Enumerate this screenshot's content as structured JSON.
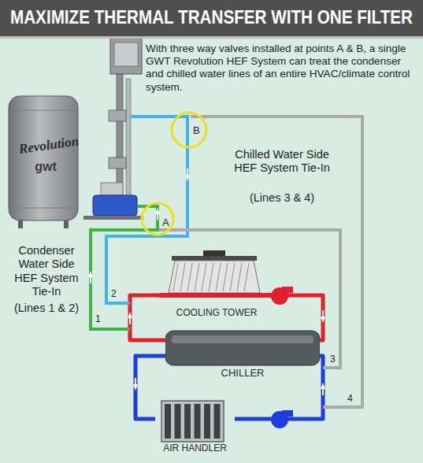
{
  "diagram": {
    "title": "MAXIMIZE THERMAL TRANSFER WITH ONE FILTER",
    "nodes": [
      {
        "text": [
          "Revolution",
          "gwt"
        ]
      },
      {
        "text": [
          "COOLING TOWER"
        ]
      },
      {
        "text": [
          "CHILLER"
        ]
      },
      {
        "text": [
          "AIR HANDLER"
        ]
      }
    ],
    "edges": [
      {
        "from": 2,
        "to": 1,
        "arrow": "none"
      },
      {
        "from": 1,
        "to": 2,
        "arrow": "none"
      },
      {
        "from": 2,
        "to": 3,
        "arrow": "none"
      },
      {
        "from": 3,
        "to": 2,
        "arrow": "none"
      }
    ],
    "labels": [
      "With three way valves installed at points A & B, a single GWT Revolution HEF System can treat the condenser and chilled water lines of an entire HVAC/climate control system.",
      "B",
      "A",
      "Chilled Water Side HEF System Tie-In",
      "(Lines 3 & 4)",
      "Condenser Water Side HEF System Tie-In",
      "(Lines 1 & 2)",
      "1",
      "2",
      "3",
      "4"
    ]
  }
}
